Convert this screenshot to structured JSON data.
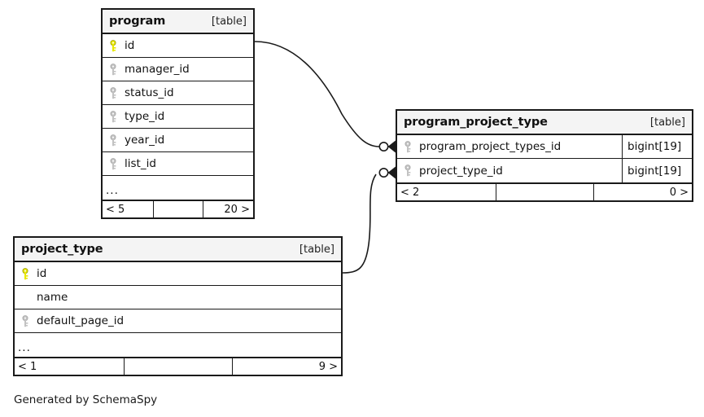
{
  "diagram": {
    "type": "entity-relationship-diagram",
    "generator_caption": "Generated by SchemaSpy",
    "kind_label": "[table]",
    "more_glyph": "...",
    "colors": {
      "primary_key": "#e8e800",
      "foreign_key": "#b4b4b4",
      "border": "#1a1a1a",
      "header_bg": "#f4f4f4",
      "page_bg": "#ffffff",
      "text": "#111111"
    }
  },
  "tables": [
    {
      "id": "program",
      "name": "program",
      "kind": "[table]",
      "columns": [
        {
          "name": "id",
          "key": "primary",
          "type": ""
        },
        {
          "name": "manager_id",
          "key": "foreign",
          "type": ""
        },
        {
          "name": "status_id",
          "key": "foreign",
          "type": ""
        },
        {
          "name": "type_id",
          "key": "foreign",
          "type": ""
        },
        {
          "name": "year_id",
          "key": "foreign",
          "type": ""
        },
        {
          "name": "list_id",
          "key": "foreign",
          "type": ""
        }
      ],
      "has_more_row": true,
      "footer": {
        "left": "< 5",
        "middle": "",
        "right": "20 >"
      }
    },
    {
      "id": "program_project_type",
      "name": "program_project_type",
      "kind": "[table]",
      "columns": [
        {
          "name": "program_project_types_id",
          "key": "foreign",
          "type": "bigint[19]"
        },
        {
          "name": "project_type_id",
          "key": "foreign",
          "type": "bigint[19]"
        }
      ],
      "has_more_row": false,
      "footer": {
        "left": "< 2",
        "middle": "",
        "right": "0 >"
      }
    },
    {
      "id": "project_type",
      "name": "project_type",
      "kind": "[table]",
      "columns": [
        {
          "name": "id",
          "key": "primary",
          "type": ""
        },
        {
          "name": "name",
          "key": "none",
          "type": ""
        },
        {
          "name": "default_page_id",
          "key": "foreign",
          "type": ""
        }
      ],
      "has_more_row": true,
      "footer": {
        "left": "< 1",
        "middle": "",
        "right": "9 >"
      }
    }
  ],
  "relationships": [
    {
      "id": "program-to-ppt",
      "from_table": "program",
      "from_column": "id",
      "to_table": "program_project_type",
      "to_column": "program_project_types_id",
      "from_cardinality": "one",
      "to_cardinality": "zero-or-many"
    },
    {
      "id": "project_type-to-ppt",
      "from_table": "project_type",
      "from_column": "id",
      "to_table": "program_project_type",
      "to_column": "project_type_id",
      "from_cardinality": "one",
      "to_cardinality": "zero-or-many"
    }
  ]
}
